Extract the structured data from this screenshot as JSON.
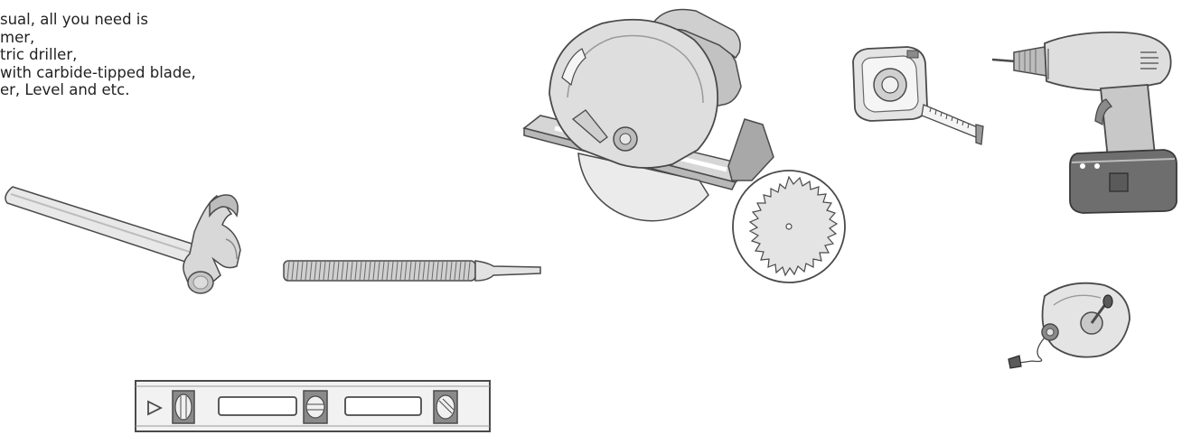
{
  "intro": {
    "lines": [
      "sual, all you need is",
      "mer,",
      "tric driller,",
      " with carbide-tipped blade,",
      "er, Level and etc."
    ]
  },
  "tools": [
    {
      "name": "hammer"
    },
    {
      "name": "file"
    },
    {
      "name": "circular-saw"
    },
    {
      "name": "saw-blade"
    },
    {
      "name": "tape-measure"
    },
    {
      "name": "electric-drill"
    },
    {
      "name": "chalk-line"
    },
    {
      "name": "spirit-level"
    }
  ],
  "colors": {
    "text": "#222222",
    "outline": "#4a4a4a",
    "light_fill": "#e6e6e6",
    "mid_fill": "#c8c8c8",
    "dark_fill": "#8a8a8a"
  }
}
